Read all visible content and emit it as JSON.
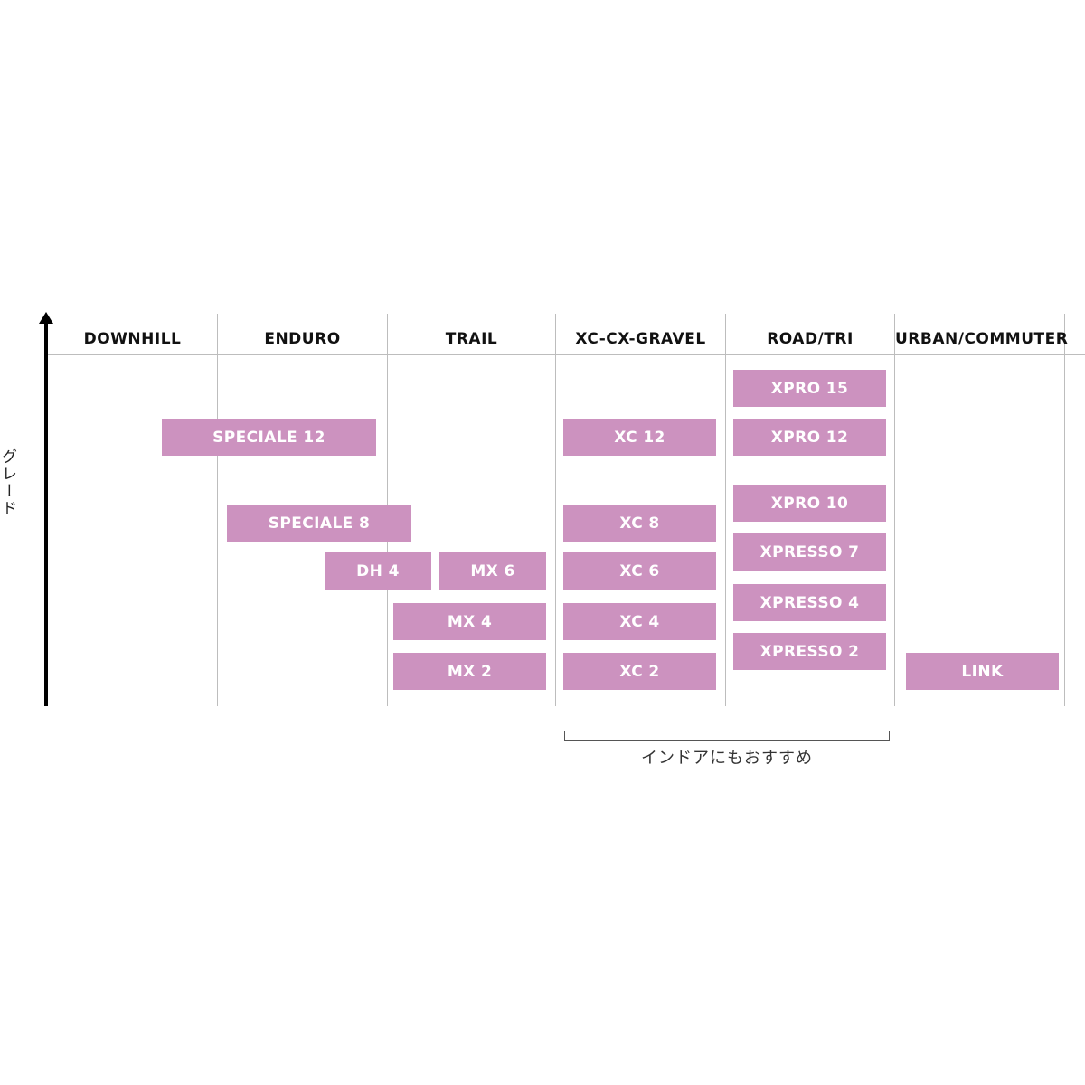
{
  "axis": {
    "label": "グレード"
  },
  "columns": [
    {
      "id": "downhill",
      "label": "DOWNHILL"
    },
    {
      "id": "enduro",
      "label": "ENDURO"
    },
    {
      "id": "trail",
      "label": "TRAIL"
    },
    {
      "id": "xc-cx-gravel",
      "label": "XC-CX-GRAVEL"
    },
    {
      "id": "road-tri",
      "label": "ROAD/TRI"
    },
    {
      "id": "urban-commuter",
      "label": "URBAN/COMMUTER"
    }
  ],
  "products": [
    {
      "id": "xpro-15",
      "label": "XPRO 15"
    },
    {
      "id": "speciale-12",
      "label": "SPECIALE 12"
    },
    {
      "id": "xc-12",
      "label": "XC 12"
    },
    {
      "id": "xpro-12",
      "label": "XPRO 12"
    },
    {
      "id": "xpro-10",
      "label": "XPRO 10"
    },
    {
      "id": "speciale-8",
      "label": "SPECIALE 8"
    },
    {
      "id": "xc-8",
      "label": "XC 8"
    },
    {
      "id": "xpresso-7",
      "label": "XPRESSO 7"
    },
    {
      "id": "dh-4",
      "label": "DH 4"
    },
    {
      "id": "mx-6",
      "label": "MX 6"
    },
    {
      "id": "xc-6",
      "label": "XC 6"
    },
    {
      "id": "xpresso-4",
      "label": "XPRESSO 4"
    },
    {
      "id": "mx-4",
      "label": "MX 4"
    },
    {
      "id": "xc-4",
      "label": "XC 4"
    },
    {
      "id": "xpresso-2",
      "label": "XPRESSO 2"
    },
    {
      "id": "mx-2",
      "label": "MX 2"
    },
    {
      "id": "xc-2",
      "label": "XC 2"
    },
    {
      "id": "link",
      "label": "LINK"
    }
  ],
  "note": {
    "label": "インドアにもおすすめ"
  },
  "colors": {
    "bar": "#cc92bf",
    "bar_text": "#ffffff",
    "grid": "#bdbdbd",
    "axis": "#000000"
  }
}
